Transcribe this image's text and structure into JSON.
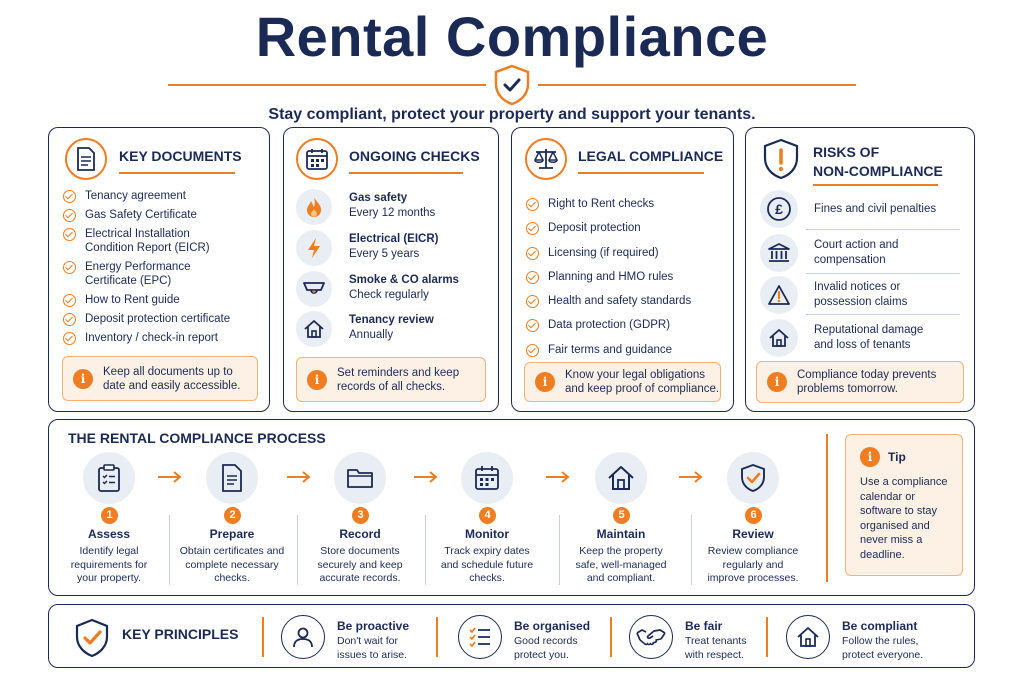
{
  "header": {
    "title": "Rental Compliance",
    "subtitle": "Stay compliant, protect your property and support your tenants."
  },
  "colors": {
    "navy": "#1b2a55",
    "orange": "#ef7d22",
    "note_bg": "#fdf1e6"
  },
  "key_documents": {
    "title": "KEY DOCUMENTS",
    "icon": "document-icon",
    "items": [
      "Tenancy agreement",
      "Gas Safety Certificate",
      "Electrical Installation Condition Report (EICR)",
      "Energy Performance Certificate (EPC)",
      "How to Rent guide",
      "Deposit protection certificate",
      "Inventory / check-in report"
    ],
    "note": "Keep all documents up to date and easily accessible."
  },
  "ongoing_checks": {
    "title": "ONGOING CHECKS",
    "icon": "calendar-icon",
    "items": [
      {
        "name": "Gas safety",
        "frequency": "Every 12 months",
        "icon": "flame-icon"
      },
      {
        "name": "Electrical (EICR)",
        "frequency": "Every 5 years",
        "icon": "lightning-icon"
      },
      {
        "name": "Smoke & CO alarms",
        "frequency": "Check regularly",
        "icon": "alarm-icon"
      },
      {
        "name": "Tenancy review",
        "frequency": "Annually",
        "icon": "house-icon"
      }
    ],
    "note": "Set reminders and keep records of all checks."
  },
  "legal_compliance": {
    "title": "LEGAL COMPLIANCE",
    "icon": "scales-icon",
    "items": [
      "Right to Rent checks",
      "Deposit protection",
      "Licensing (if required)",
      "Planning and HMO rules",
      "Health and safety standards",
      "Data protection (GDPR)",
      "Fair terms and guidance"
    ],
    "note": "Know your legal obligations and keep proof of compliance."
  },
  "risks": {
    "title_line1": "RISKS OF",
    "title_line2": "NON-COMPLIANCE",
    "icon": "warning-shield-icon",
    "items": [
      {
        "text": "Fines and civil penalties",
        "icon": "pound-icon"
      },
      {
        "text": "Court action and compensation",
        "icon": "courthouse-icon"
      },
      {
        "text": "Invalid notices or possession claims",
        "icon": "warning-icon"
      },
      {
        "text": "Reputational damage and loss of tenants",
        "icon": "house-icon"
      }
    ],
    "note": "Compliance today prevents problems tomorrow."
  },
  "process": {
    "title": "THE RENTAL COMPLIANCE PROCESS",
    "steps": [
      {
        "num": "1",
        "name": "Assess",
        "desc": "Identify legal requirements for your property.",
        "icon": "clipboard-icon"
      },
      {
        "num": "2",
        "name": "Prepare",
        "desc": "Obtain certificates and complete necessary checks.",
        "icon": "document-icon"
      },
      {
        "num": "3",
        "name": "Record",
        "desc": "Store documents securely and keep accurate records.",
        "icon": "folder-icon"
      },
      {
        "num": "4",
        "name": "Monitor",
        "desc": "Track expiry dates and schedule future checks.",
        "icon": "calendar-icon"
      },
      {
        "num": "5",
        "name": "Maintain",
        "desc": "Keep the property safe, well-managed and compliant.",
        "icon": "house-icon"
      },
      {
        "num": "6",
        "name": "Review",
        "desc": "Review compliance regularly and improve processes.",
        "icon": "check-shield-icon"
      }
    ],
    "tip": {
      "title": "Tip",
      "text": "Use a compliance calendar or software to stay organised and never miss a deadline."
    }
  },
  "principles": {
    "title": "KEY PRINCIPLES",
    "items": [
      {
        "name": "Be proactive",
        "desc": "Don't wait for issues to arise.",
        "icon": "person-icon"
      },
      {
        "name": "Be organised",
        "desc": "Good records protect you.",
        "icon": "checklist-icon"
      },
      {
        "name": "Be fair",
        "desc": "Treat tenants with respect.",
        "icon": "handshake-icon"
      },
      {
        "name": "Be compliant",
        "desc": "Follow the rules, protect everyone.",
        "icon": "house-icon"
      }
    ]
  }
}
